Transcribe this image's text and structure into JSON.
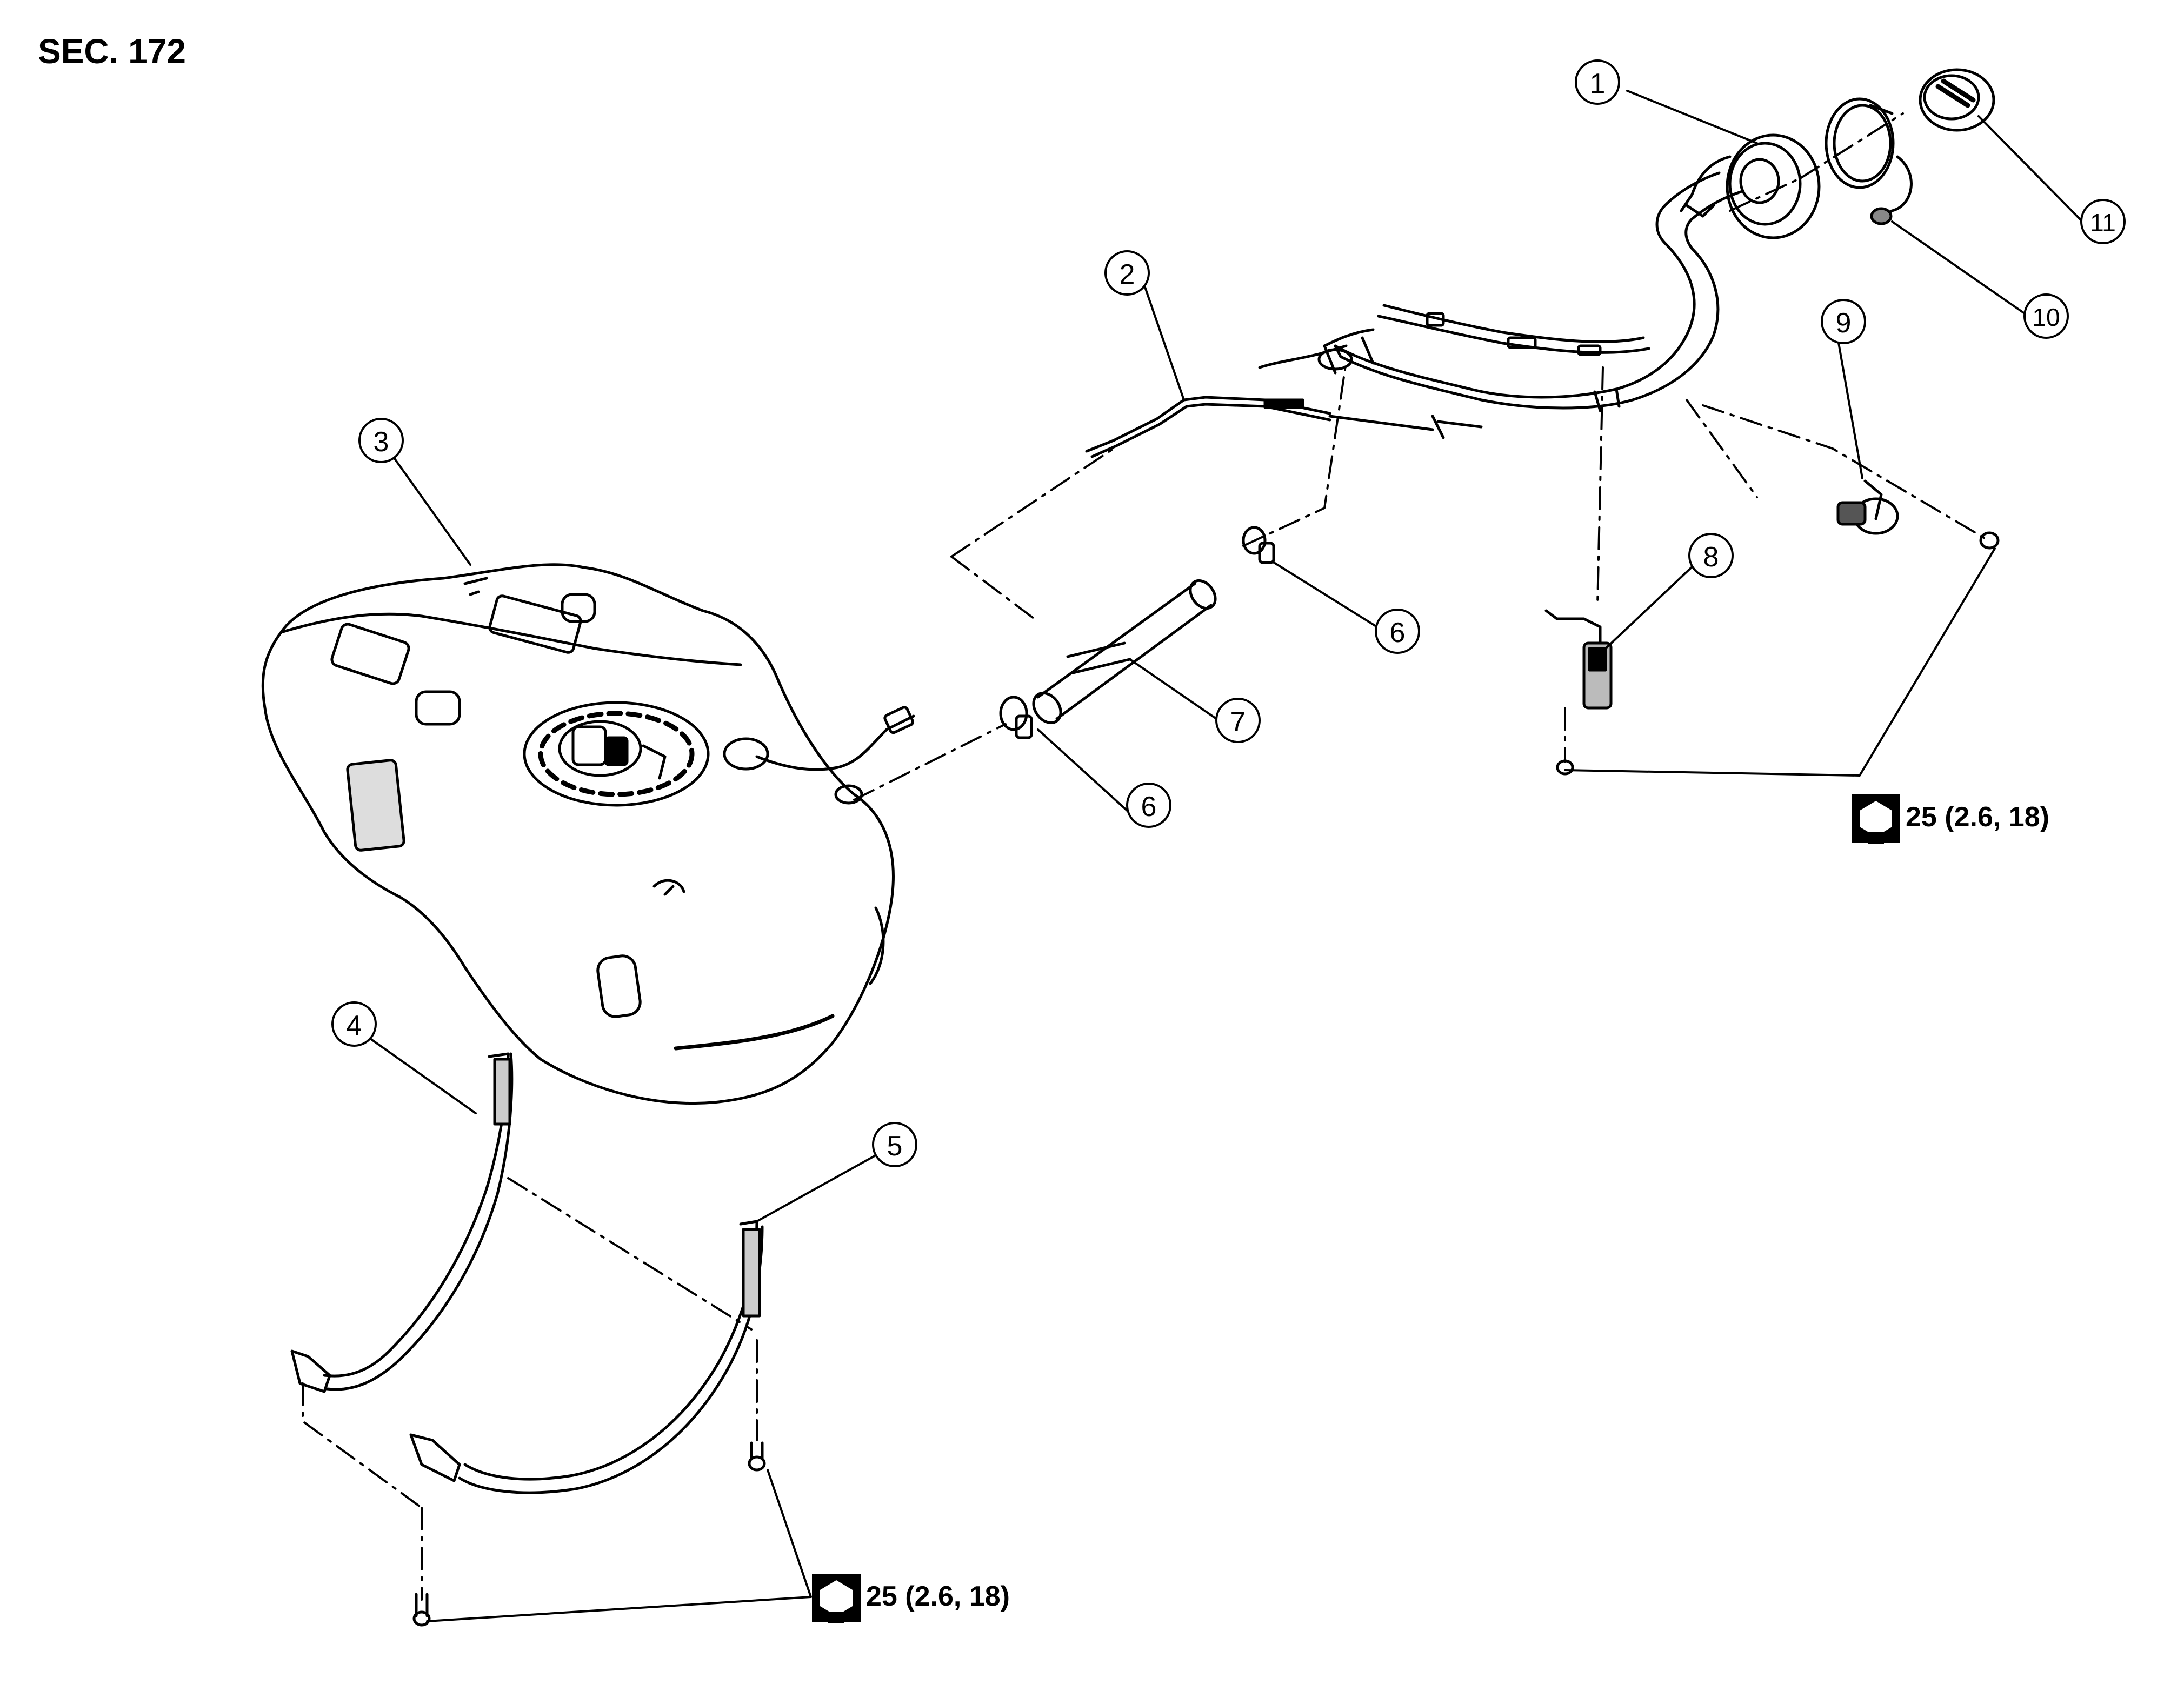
{
  "section": "SEC. 172",
  "callouts": [
    {
      "number": "1",
      "part": "filler-cup"
    },
    {
      "number": "2",
      "part": "filler-tube-assembly"
    },
    {
      "number": "3",
      "part": "fuel-tank"
    },
    {
      "number": "4",
      "part": "front-mounting-band"
    },
    {
      "number": "5",
      "part": "rear-mounting-band"
    },
    {
      "number": "6",
      "part": "hose-clamp"
    },
    {
      "number": "7",
      "part": "filler-hose"
    },
    {
      "number": "8",
      "part": "filler-tube-bracket"
    },
    {
      "number": "9",
      "part": "tube-bracket"
    },
    {
      "number": "10",
      "part": "cap-tether-clip"
    },
    {
      "number": "11",
      "part": "fuel-filler-cap"
    }
  ],
  "torque_specs": [
    {
      "icon": "tightening-torque-icon",
      "text": "25 (2.6, 18)"
    },
    {
      "icon": "tightening-torque-icon",
      "text": "25 (2.6, 18)"
    }
  ]
}
